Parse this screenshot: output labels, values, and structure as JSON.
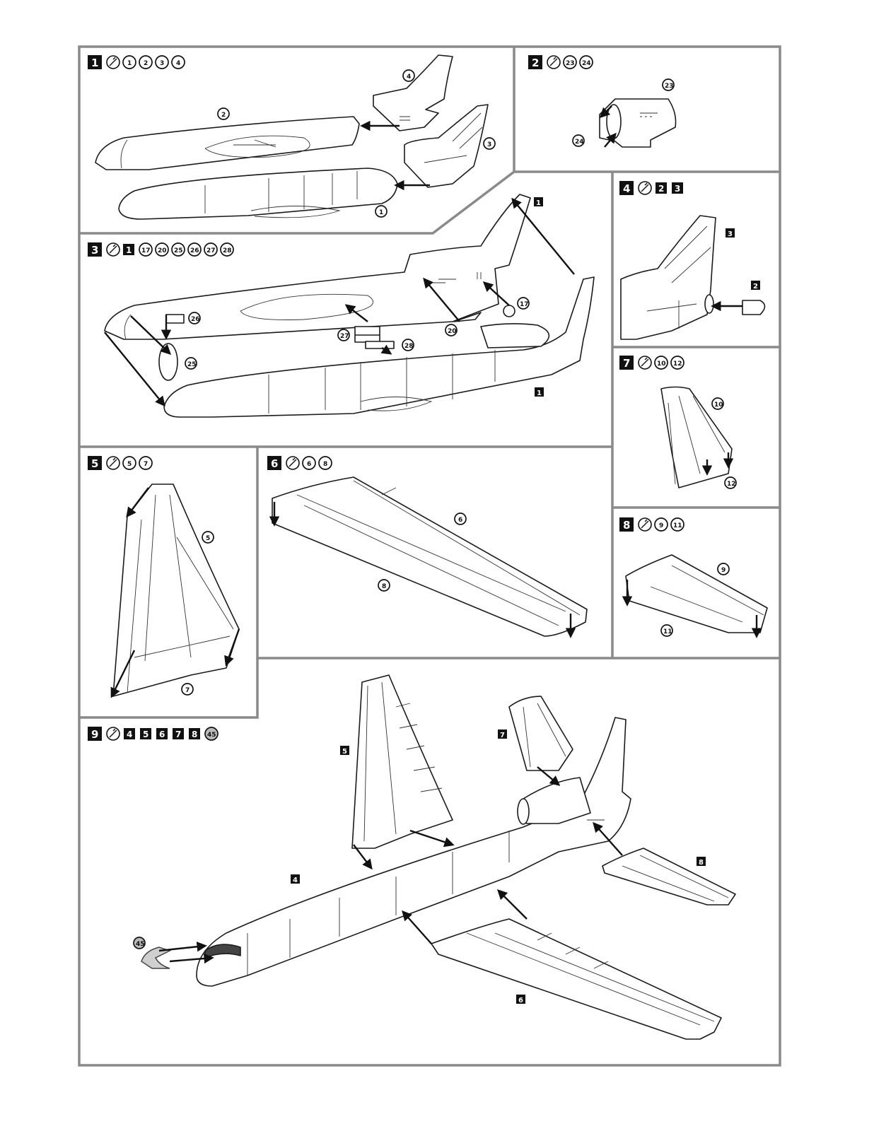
{
  "sheet": {
    "panels": [
      {
        "step": "1",
        "parts": [
          "1",
          "2",
          "3",
          "4"
        ],
        "sub_parts": [],
        "callouts": [
          "4",
          "2",
          "3",
          "1"
        ]
      },
      {
        "step": "2",
        "parts": [
          "23",
          "24"
        ],
        "sub_parts": [],
        "callouts": [
          "23",
          "24"
        ]
      },
      {
        "step": "3",
        "parts": [
          "17",
          "20",
          "25",
          "26",
          "27",
          "28"
        ],
        "sub_parts": [
          "1"
        ],
        "callouts": [
          "26",
          "27",
          "28",
          "20",
          "17",
          "25"
        ],
        "sub_callouts": [
          "1",
          "1"
        ]
      },
      {
        "step": "4",
        "parts": [],
        "sub_parts": [
          "2",
          "3"
        ],
        "callouts": [],
        "sub_callouts": [
          "3",
          "2"
        ]
      },
      {
        "step": "5",
        "parts": [
          "5",
          "7"
        ],
        "sub_parts": [],
        "callouts": [
          "5",
          "7"
        ]
      },
      {
        "step": "6",
        "parts": [
          "6",
          "8"
        ],
        "sub_parts": [],
        "callouts": [
          "6",
          "8"
        ]
      },
      {
        "step": "7",
        "parts": [
          "10",
          "12"
        ],
        "sub_parts": [],
        "callouts": [
          "10",
          "12"
        ]
      },
      {
        "step": "8",
        "parts": [
          "9",
          "11"
        ],
        "sub_parts": [],
        "callouts": [
          "9",
          "11"
        ]
      },
      {
        "step": "9",
        "parts": [
          "45"
        ],
        "sub_parts": [
          "4",
          "5",
          "6",
          "7",
          "8"
        ],
        "callouts": [
          "45"
        ],
        "sub_callouts": [
          "5",
          "7",
          "8",
          "4",
          "6"
        ]
      }
    ],
    "glue_icon": "glue-icon"
  }
}
